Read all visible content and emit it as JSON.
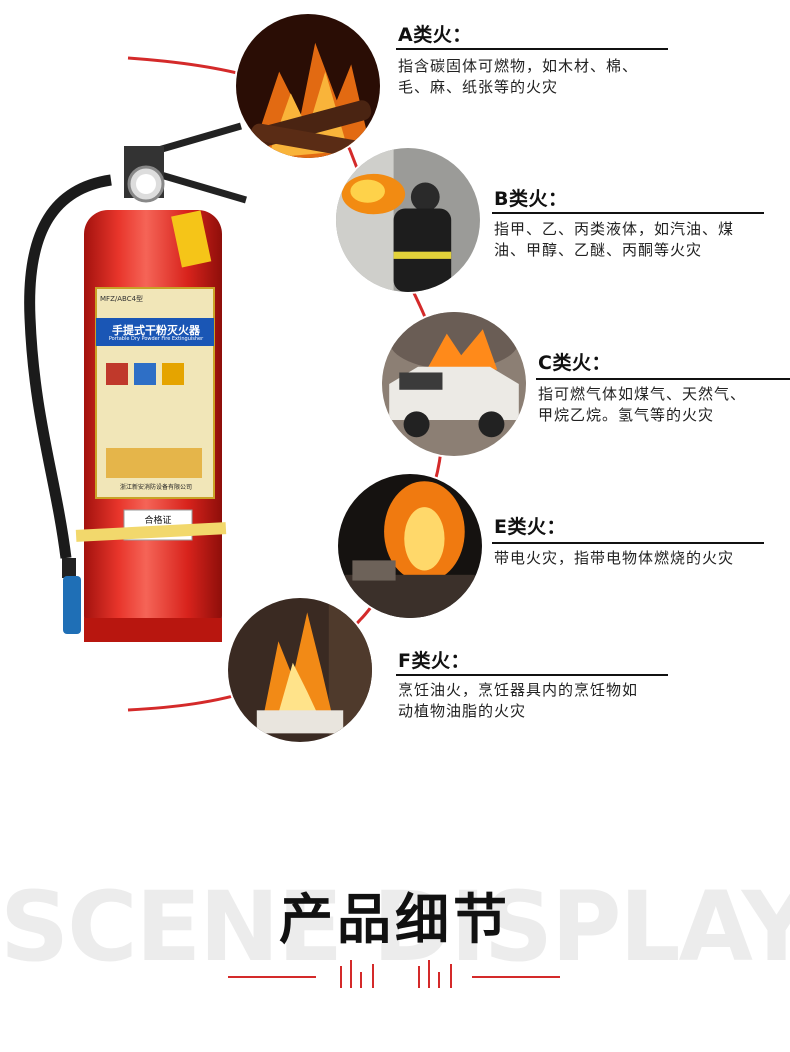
{
  "colors": {
    "accent": "#d42a2a",
    "extinguisher_red": "#d8231c",
    "ink": "#111111"
  },
  "extinguisher": {
    "label_title": "手提式干粉灭火器",
    "label_subtitle": "Portable Dry Powder Fire Extinguisher",
    "model": "MFZ/ABC4型",
    "certificate": "合格证",
    "maker": "浙江新安消防设备有限公司"
  },
  "fire_classes": [
    {
      "title": "A类火：",
      "desc_lines": [
        "指含碳固体可燃物，如木材、棉、",
        "毛、麻、纸张等的火灾"
      ]
    },
    {
      "title": "B类火：",
      "desc_lines": [
        "指甲、乙、丙类液体，如汽油、煤",
        "油、甲醇、乙醚、丙酮等火灾"
      ]
    },
    {
      "title": "C类火：",
      "desc_lines": [
        "指可燃气体如煤气、天然气、",
        "甲烷乙烷。氢气等的火灾"
      ]
    },
    {
      "title": "E类火：",
      "desc_lines": [
        "带电火灾，指带电物体燃烧的火灾"
      ]
    },
    {
      "title": "F类火：",
      "desc_lines": [
        "烹饪油火，烹饪器具内的烹饪物如",
        "动植物油脂的火灾"
      ]
    }
  ],
  "section": {
    "background_text": "SCENE DISPLAY",
    "title": "产品细节"
  }
}
